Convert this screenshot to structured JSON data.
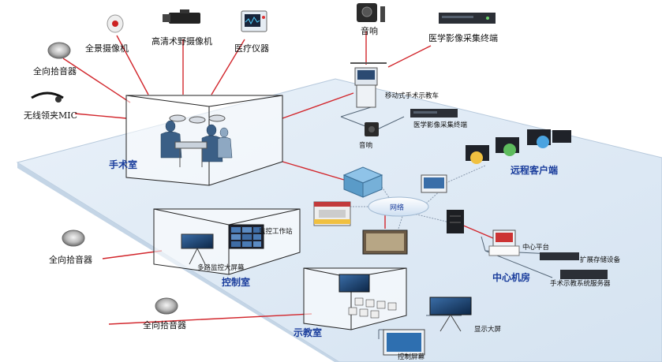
{
  "labels": {
    "panorama_camera": "全景摄像机",
    "hd_camera": "高清术野摄像机",
    "medical_device": "医疗仪器",
    "speaker_top": "音响",
    "medical_image_terminal_top": "医学影像采集终端",
    "omni_mic_1": "全向拾音器",
    "wireless_mic": "无线领夹MIC",
    "mobile_cart": "移动式手术示教车",
    "medical_image_terminal_cart": "医学影像采集终端",
    "speaker_cart": "音响",
    "operating_room": "手术室",
    "remote_client": "远程客户端",
    "network": "网络",
    "monitor_workstation": "监控工作站",
    "multi_monitor_screen": "多路监控大屏幕",
    "control_room": "控制室",
    "omni_mic_2": "全向拾音器",
    "center_platform": "中心平台",
    "expansion_storage": "扩展存储设备",
    "central_room": "中心机房",
    "surgery_server": "手术示教系统服务器",
    "omni_mic_3": "全向拾音器",
    "teaching_room": "示教室",
    "display_screen": "显示大屏",
    "control_screen": "控制屏幕"
  },
  "colors": {
    "floor": "#dde9f4",
    "floor_edge": "#c2d3e4",
    "link_red": "#d2262c",
    "link_gray": "#8899aa",
    "zone_blue": "#1a3d9c"
  }
}
